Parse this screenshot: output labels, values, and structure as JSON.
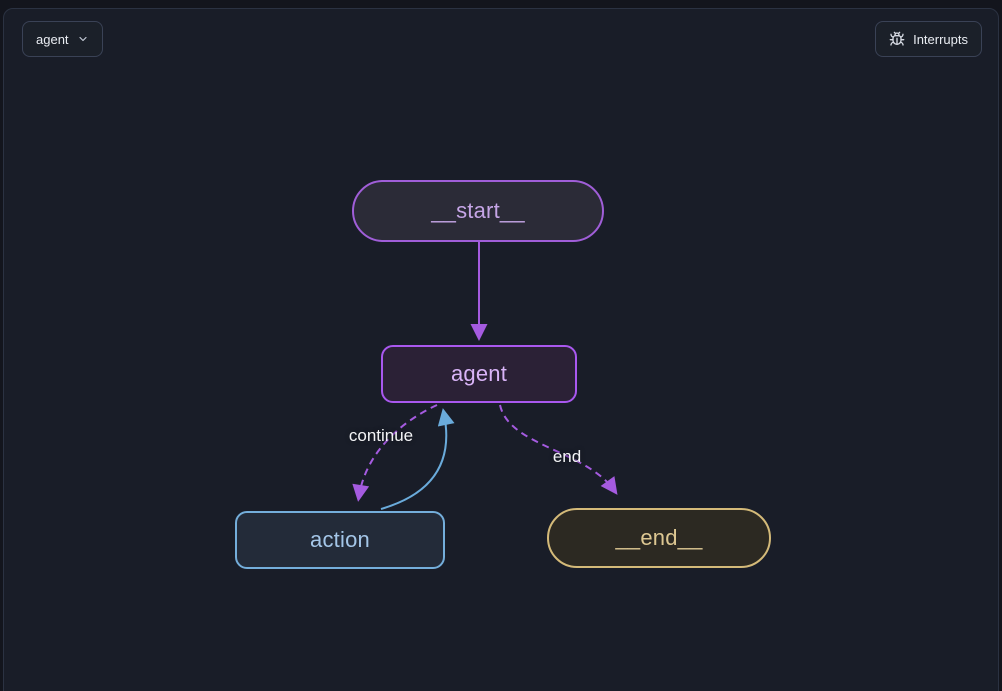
{
  "header": {
    "graph_selector": {
      "label": "agent",
      "icon": "chevron-down-icon"
    },
    "interrupts_button": {
      "label": "Interrupts",
      "icon": "bug-icon"
    }
  },
  "graph": {
    "nodes": [
      {
        "id": "__start__",
        "label": "__start__",
        "shape": "pill",
        "border_color": "#a05ed8",
        "fill": "#2b2b37",
        "text_color": "#c5a5e6"
      },
      {
        "id": "agent",
        "label": "agent",
        "shape": "rounded-rect",
        "border_color": "#a958ef",
        "fill": "#2b2136",
        "text_color": "#d9b4f8"
      },
      {
        "id": "action",
        "label": "action",
        "shape": "rounded-rect",
        "border_color": "#74aedb",
        "fill": "#232b39",
        "text_color": "#a4c6e8"
      },
      {
        "id": "__end__",
        "label": "__end__",
        "shape": "pill",
        "border_color": "#d4ba79",
        "fill": "#2c2922",
        "text_color": "#ddc792"
      }
    ],
    "edges": [
      {
        "from": "__start__",
        "to": "agent",
        "style": "solid",
        "color": "#a55be0",
        "label": ""
      },
      {
        "from": "agent",
        "to": "action",
        "style": "dashed",
        "color": "#a55be0",
        "label": "continue"
      },
      {
        "from": "action",
        "to": "agent",
        "style": "solid",
        "color": "#6aabdb",
        "label": ""
      },
      {
        "from": "agent",
        "to": "__end__",
        "style": "dashed",
        "color": "#a55be0",
        "label": "end"
      }
    ]
  },
  "colors": {
    "canvas_background": "#191d28",
    "outer_background": "#13151d",
    "panel_border": "#2b3242",
    "edge_purple": "#a55be0",
    "edge_blue": "#6aabdb"
  }
}
